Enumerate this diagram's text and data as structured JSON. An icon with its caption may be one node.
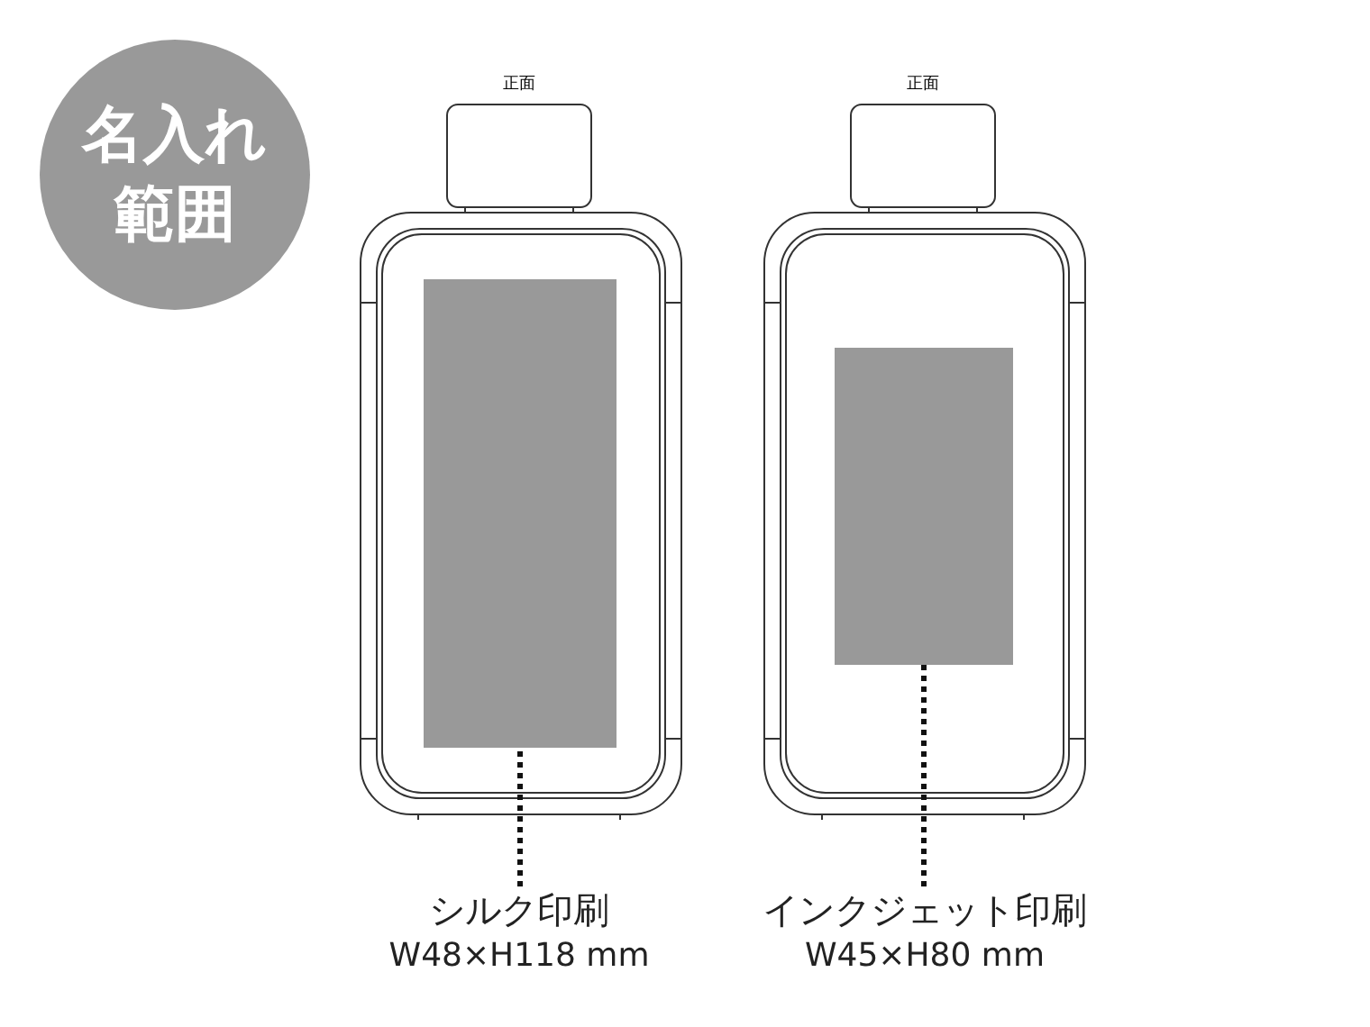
{
  "diagram": {
    "nodes": [
      {
        "text": [
          "名入れ範囲"
        ]
      },
      {
        "text": [],
        "shape": "box"
      },
      {
        "text": [],
        "shape": "box"
      },
      {
        "text": [
          "シルク印刷",
          "W48×H118 mm"
        ]
      },
      {
        "text": [
          "インクジェット印刷",
          "W45×H80 mm"
        ]
      }
    ],
    "edges": [
      {
        "from": 3,
        "to": 1,
        "arrow": "none",
        "style": "dashed"
      },
      {
        "from": 4,
        "to": 2,
        "arrow": "none",
        "style": "dashed"
      }
    ],
    "labels": [
      "正面",
      "正面"
    ]
  }
}
